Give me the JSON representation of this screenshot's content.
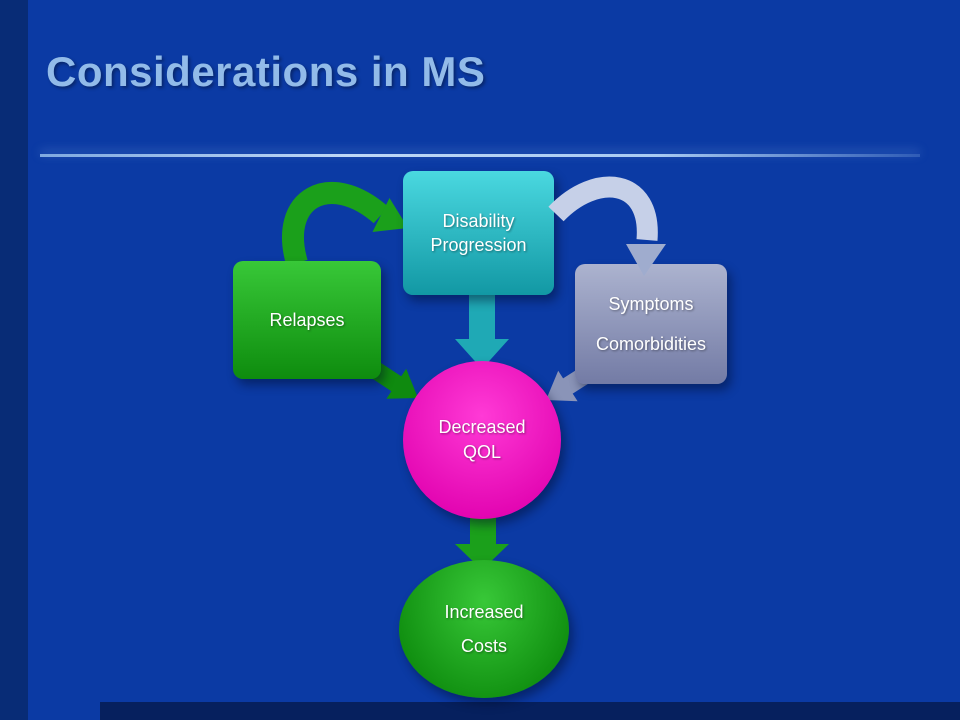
{
  "slide": {
    "title": "Considerations in MS"
  },
  "diagram": {
    "nodes": {
      "relapses": {
        "label": "Relapses",
        "shape": "rounded-rect",
        "color": "#1CA41C"
      },
      "disability_progression": {
        "line1": "Disability",
        "line2": "Progression",
        "shape": "rounded-rect",
        "color": "#28BECA"
      },
      "symptoms_comorbidities": {
        "line1": "Symptoms",
        "line2": "Comorbidities",
        "shape": "rounded-rect",
        "color": "#8A92B8"
      },
      "decreased_qol": {
        "line1": "Decreased",
        "line2": "QOL",
        "shape": "circle",
        "color": "#F716CA"
      },
      "increased_costs": {
        "line1": "Increased",
        "line2": "Costs",
        "shape": "ellipse",
        "color": "#14A414"
      }
    },
    "arrows": [
      {
        "name": "relapses-to-disability",
        "type": "curved",
        "color": "#1BA01B"
      },
      {
        "name": "disability-to-symptoms",
        "type": "curved",
        "color": "#C6D0E8"
      },
      {
        "name": "disability-to-qol",
        "type": "straight-down",
        "color": "#1FA9B5"
      },
      {
        "name": "relapses-to-qol",
        "type": "diagonal",
        "color": "#0F8A0F"
      },
      {
        "name": "symptoms-to-qol",
        "type": "diagonal",
        "color": "#8A94B8"
      },
      {
        "name": "qol-to-costs",
        "type": "straight-down",
        "color": "#1BA01B"
      }
    ]
  },
  "colors": {
    "bg": "#0B3AA4",
    "left_bar": "#082C76",
    "bottom_bar": "#06205E",
    "title": "#92BBE9",
    "divider": "#A9CBF2",
    "green_light": "#38C838",
    "green_dark": "#0E8C0E",
    "teal_light": "#4AD8E0",
    "teal_dark": "#1298A4",
    "slate_light": "#ACB3CF",
    "slate_dark": "#737BA5",
    "magenta_light": "#FF3AD6",
    "magenta_dark": "#E000AE",
    "arrow_green": "#1BA01B",
    "arrow_green_dark": "#0F8A0F",
    "arrow_teal": "#1FA9B5",
    "arrow_silver": "#C6D0E8",
    "arrow_silver_dark": "#9FACCE",
    "arrow_gray": "#8A94B8"
  }
}
